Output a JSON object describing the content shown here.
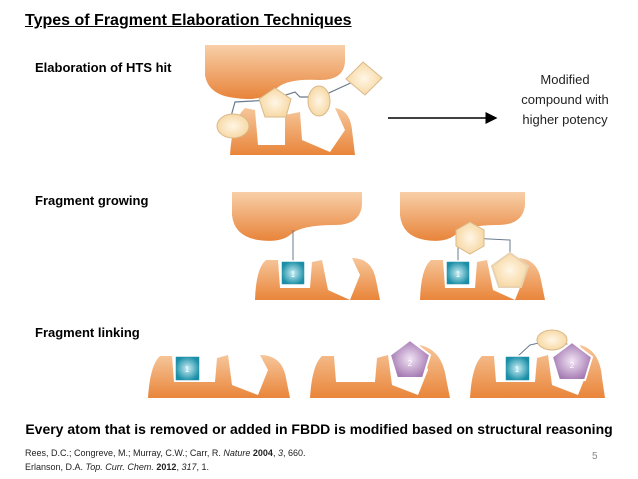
{
  "slide": {
    "title": "Types of Fragment Elaboration Techniques",
    "sections": {
      "elaboration": "Elaboration of HTS hit",
      "growing": "Fragment growing",
      "linking": "Fragment linking"
    },
    "result_lines": [
      "Modified",
      "compound with",
      "higher potency"
    ],
    "fragment_labels": {
      "one": "1",
      "two": "2"
    },
    "summary": "Every atom that is removed or added in FBDD is modified based on structural reasoning",
    "references": {
      "ref1": {
        "authors": "Rees, D.C.; Congreve, M.; Murray, C.W.; Carr, R. ",
        "journal": "Nature",
        "year": "2004",
        "volume": "3",
        "pages": ", 660."
      },
      "ref2": {
        "authors": "Erlanson, D.A. ",
        "journal": "Top. Curr. Chem.",
        "year": "2012",
        "volume": "317",
        "pages": ", 1."
      }
    },
    "page_number": "5"
  },
  "colors": {
    "protein": "#ec8a3f",
    "ligand": "#fbe3b8",
    "frag1": "#2a9fb5",
    "frag2": "#b48ac0"
  }
}
